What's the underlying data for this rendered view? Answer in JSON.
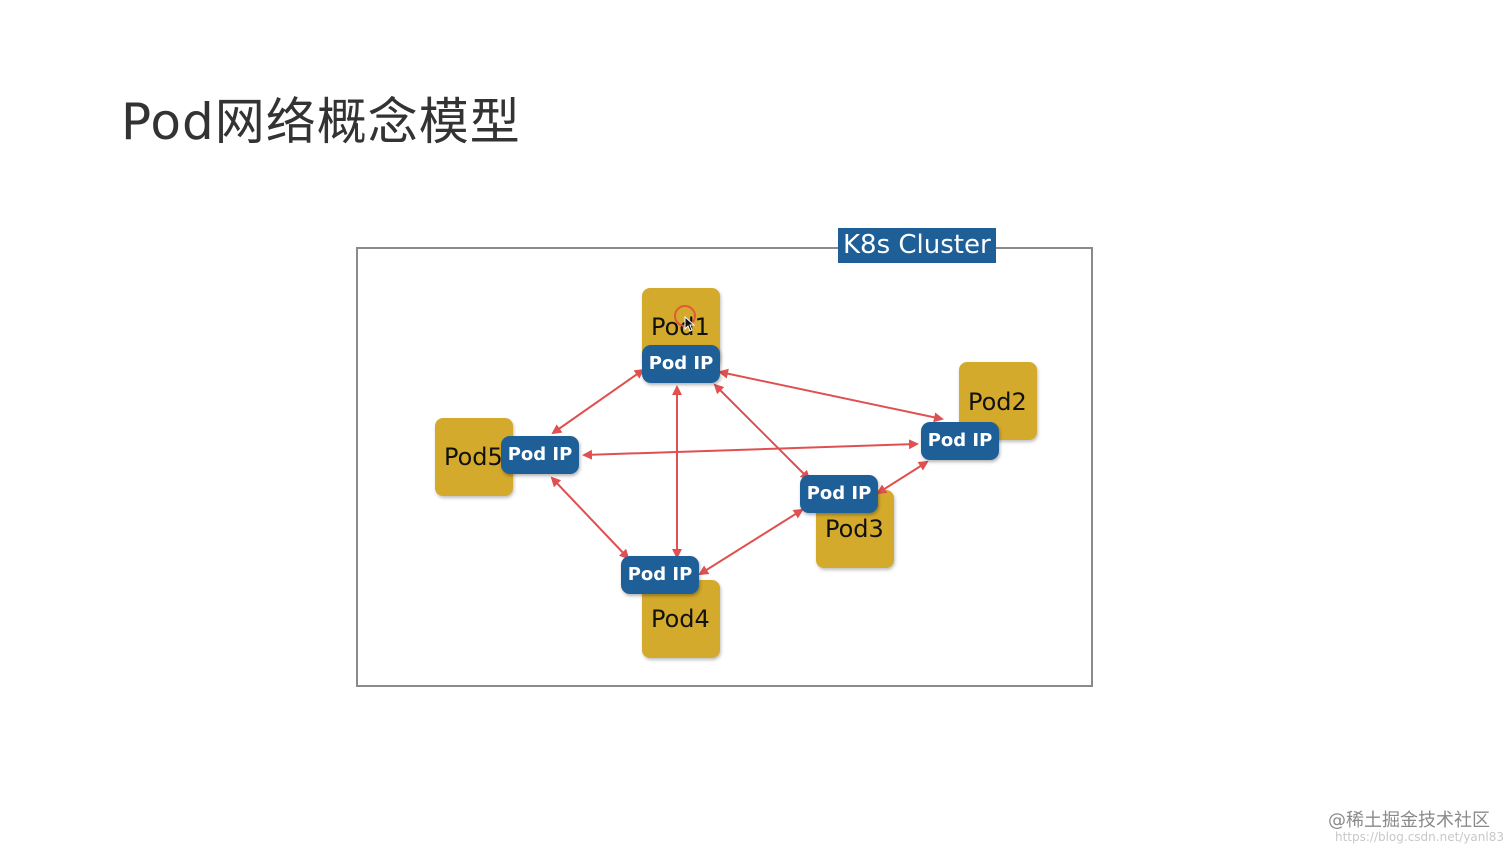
{
  "slide": {
    "title": "Pod网络概念模型"
  },
  "cluster": {
    "label": "K8s Cluster"
  },
  "pods": {
    "pod1": {
      "name": "Pod1",
      "ip_label": "Pod IP"
    },
    "pod2": {
      "name": "Pod2",
      "ip_label": "Pod IP"
    },
    "pod3": {
      "name": "Pod3",
      "ip_label": "Pod IP"
    },
    "pod4": {
      "name": "Pod4",
      "ip_label": "Pod IP"
    },
    "pod5": {
      "name": "Pod5",
      "ip_label": "Pod IP"
    }
  },
  "connections": [
    [
      "pod1",
      "pod5"
    ],
    [
      "pod1",
      "pod4"
    ],
    [
      "pod1",
      "pod2"
    ],
    [
      "pod1",
      "pod3"
    ],
    [
      "pod5",
      "pod2"
    ],
    [
      "pod5",
      "pod4"
    ],
    [
      "pod4",
      "pod3"
    ],
    [
      "pod3",
      "pod2"
    ]
  ],
  "colors": {
    "pod_fill": "#d4aa2c",
    "pod_ip_fill": "#1f5f98",
    "arrow": "#e05050",
    "cluster_border": "#8a8a8a"
  },
  "watermark": {
    "text": "@稀土掘金技术社区",
    "url": "https://blog.csdn.net/yanl83"
  }
}
